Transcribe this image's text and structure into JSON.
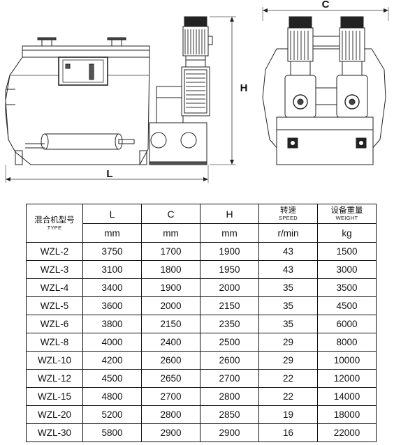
{
  "drawing": {
    "front_dim_length": "L",
    "front_dim_height": "H",
    "side_dim_width": "C"
  },
  "table": {
    "type_label_cn": "混合机型号",
    "type_label_en": "TYPE",
    "columns": [
      {
        "label": "L",
        "unit": "mm"
      },
      {
        "label": "C",
        "unit": "mm"
      },
      {
        "label": "H",
        "unit": "mm"
      },
      {
        "label_cn": "转速",
        "label_en": "SPEED",
        "unit": "r/min"
      },
      {
        "label_cn": "设备重量",
        "label_en": "WEIGHT",
        "unit": "kg"
      }
    ],
    "rows": [
      [
        "WZL-2",
        "3750",
        "1700",
        "1900",
        "43",
        "1500"
      ],
      [
        "WZL-3",
        "3100",
        "1800",
        "1950",
        "43",
        "3000"
      ],
      [
        "WZL-4",
        "3400",
        "1900",
        "2000",
        "35",
        "3500"
      ],
      [
        "WZL-5",
        "3600",
        "2000",
        "2150",
        "35",
        "4500"
      ],
      [
        "WZL-6",
        "3800",
        "2150",
        "2350",
        "35",
        "6000"
      ],
      [
        "WZL-8",
        "4000",
        "2400",
        "2500",
        "29",
        "8000"
      ],
      [
        "WZL-10",
        "4200",
        "2600",
        "2600",
        "29",
        "10000"
      ],
      [
        "WZL-12",
        "4500",
        "2650",
        "2700",
        "22",
        "12000"
      ],
      [
        "WZL-15",
        "4800",
        "2700",
        "2800",
        "22",
        "14000"
      ],
      [
        "WZL-20",
        "5200",
        "2800",
        "2850",
        "19",
        "18000"
      ],
      [
        "WZL-30",
        "5800",
        "2900",
        "2900",
        "16",
        "22000"
      ]
    ]
  }
}
